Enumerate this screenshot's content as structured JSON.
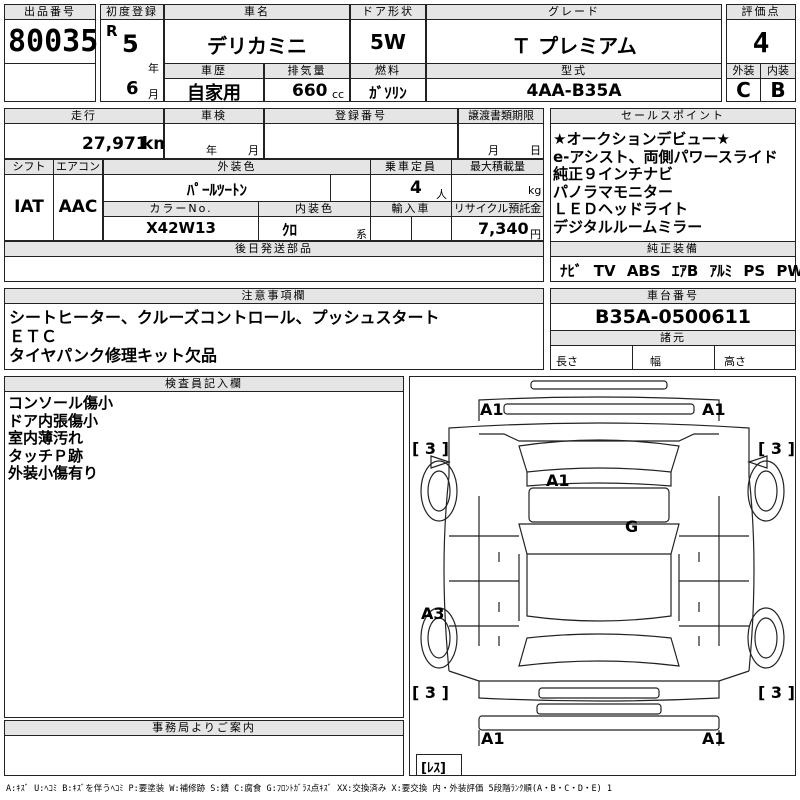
{
  "header": {
    "lot_label": "出品番号",
    "lot_number": "80035",
    "first_reg_label": "初度登録",
    "era": "R",
    "year_value": "5",
    "year_unit": "年",
    "month_value": "6",
    "month_unit": "月",
    "car_name_label": "車名",
    "car_name": "デリカミニ",
    "door_label": "ドア形状",
    "door_value": "5W",
    "grade_label": "グレード",
    "grade_value": "Ｔ プレミアム",
    "score_label": "評価点",
    "score_value": "4",
    "history_label": "車歴",
    "history_value": "自家用",
    "displacement_label": "排気量",
    "displacement_value": "660",
    "displacement_unit": "cc",
    "fuel_label": "燃料",
    "fuel_value": "ｶﾞｿﾘﾝ",
    "model_label": "型式",
    "model_value": "4AA-B35A",
    "exterior_label": "外装",
    "exterior_value": "C",
    "interior_label": "内装",
    "interior_value": "B"
  },
  "info": {
    "mileage_label": "走行",
    "mileage_value": "27,971",
    "mileage_unit": "km",
    "inspection_label": "車検",
    "inspection_year_unit": "年",
    "inspection_month_unit": "月",
    "plate_label": "登録番号",
    "transfer_label": "譲渡書類期限",
    "transfer_month_unit": "月",
    "transfer_day_unit": "日",
    "shift_label": "シフト",
    "shift_value": "IAT",
    "ac_label": "エアコン",
    "ac_value": "AAC",
    "color_label": "外装色",
    "color_value": "ﾊﾟｰﾙﾂｰﾄﾝ",
    "capacity_label": "乗車定員",
    "capacity_value": "4",
    "capacity_unit": "人",
    "load_label": "最大積載量",
    "load_unit": "kg",
    "color_no_label": "カラーNo.",
    "color_no_value": "X42W13",
    "interior_color_label": "内装色",
    "interior_color_value": "ｸﾛ",
    "interior_color_unit": "系",
    "import_label": "輸入車",
    "recycle_label": "リサイクル預託金",
    "recycle_value": "7,340",
    "recycle_unit": "円",
    "later_parts_label": "後日発送部品"
  },
  "sales_points": {
    "label": "セールスポイント",
    "items": [
      "★オークションデビュー★",
      "e-アシスト、両側パワースライド",
      "純正９インチナビ",
      "パノラマモニター",
      "ＬＥＤヘッドライト",
      "デジタルルームミラー"
    ]
  },
  "equipment": {
    "label": "純正装備",
    "items": [
      "ﾅﾋﾞ",
      "TV",
      "ABS",
      "ｴｱB",
      "ｱﾙﾐ",
      "PS",
      "PW"
    ]
  },
  "notes": {
    "label": "注意事項欄",
    "lines": [
      "シートヒーター、クルーズコントロール、プッシュスタート",
      "ＥＴＣ",
      "タイヤパンク修理キット欠品"
    ]
  },
  "chassis": {
    "label": "車台番号",
    "value": "B35A-0500611",
    "dims_label": "諸元",
    "length_label": "長さ",
    "width_label": "幅",
    "height_label": "高さ"
  },
  "inspector": {
    "label": "検査員記入欄",
    "lines": [
      "コンソール傷小",
      "ドア内張傷小",
      "室内薄汚れ",
      "タッチＰ跡",
      "外装小傷有り"
    ]
  },
  "office": {
    "label": "事務局よりご案内"
  },
  "diagram": {
    "a1_front_left": "A1",
    "a1_front_right": "A1",
    "tire_fl": "[ 3 ]",
    "tire_fr": "[ 3 ]",
    "a1_roof": "A1",
    "g_windshield": "G",
    "a3_side": "A3",
    "tire_rl": "[ 3 ]",
    "tire_rr": "[ 3 ]",
    "a1_rear_left": "A1",
    "a1_rear_right": "A1",
    "spare": "[ﾚｽ]"
  },
  "legend": "A:ｷｽﾞ U:ﾍｺﾐ B:ｷｽﾞを伴うﾍｺﾐ P:要塗装 W:補修跡 S:錆 C:腐食 G:ﾌﾛﾝﾄｶﾞﾗｽ点ｷｽﾞ XX:交換済み X:要交換 内・外装評価 5段階ﾗﾝｸ順(A・B・C・D・E) 1"
}
